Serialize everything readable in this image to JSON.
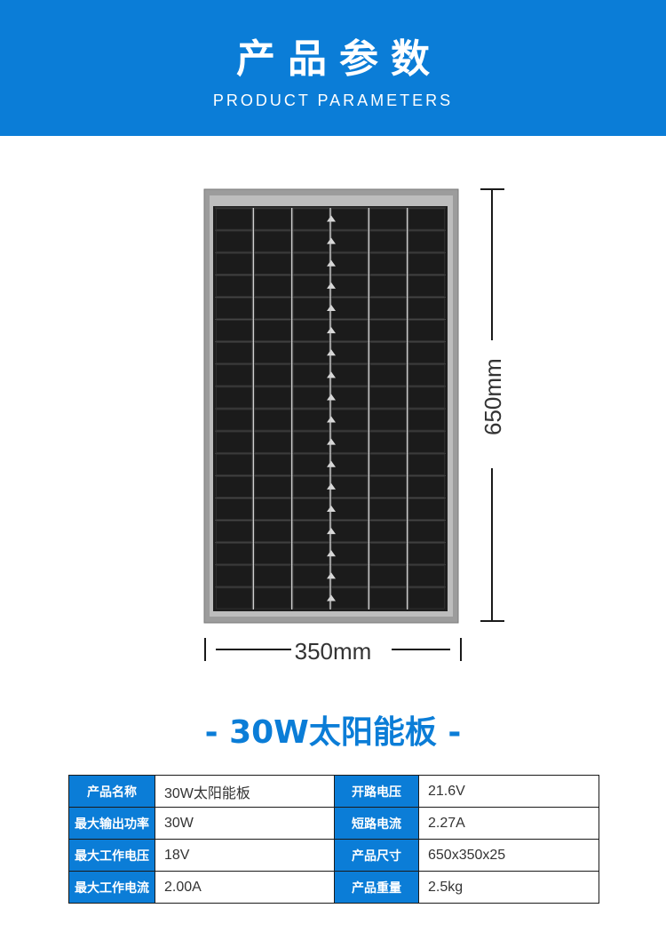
{
  "header": {
    "title": "产品参数",
    "subtitle": "PRODUCT PARAMETERS"
  },
  "diagram": {
    "height_label": "650mm",
    "width_label": "350mm"
  },
  "product": {
    "name_line": "- 30W太阳能板 -"
  },
  "specs": [
    {
      "k1": "产品名称",
      "v1": "30W太阳能板",
      "k2": "开路电压",
      "v2": "21.6V"
    },
    {
      "k1": "最大输出功率",
      "v1": "30W",
      "k2": "短路电流",
      "v2": "2.27A"
    },
    {
      "k1": "最大工作电压",
      "v1": "18V",
      "k2": "产品尺寸",
      "v2": "650x350x25"
    },
    {
      "k1": "最大工作电流",
      "v1": "2.00A",
      "k2": "产品重量",
      "v2": "2.5kg"
    }
  ],
  "colors": {
    "brand_blue": "#0b7dd7",
    "panel_frame": "#a9a9a9",
    "cell_dark": "#1b1b1b"
  }
}
